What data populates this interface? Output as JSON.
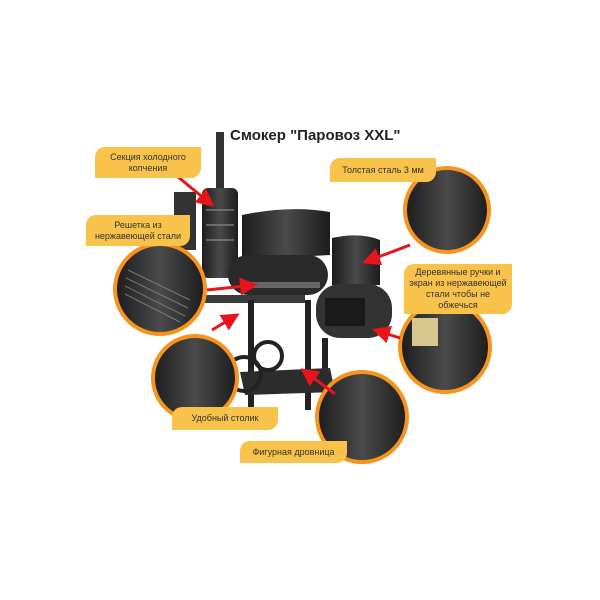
{
  "title": "Смокер \"Паровоз XXL\"",
  "labels": {
    "cold_smoke": "Секция холодного копчения",
    "thick_steel": "Толстая сталь 3 мм",
    "grate": "Решетка из нержавеющей стали",
    "handles": "Деревянные ручки и экран из нержавеющей стали чтобы не обжечься",
    "table": "Удобный столик",
    "firewood": "Фигурная дровница"
  },
  "colors": {
    "label_bg": "#f9c24a",
    "circle_border": "#f7941d",
    "arrow": "#e8141b",
    "steel": "#2e2e2e"
  }
}
